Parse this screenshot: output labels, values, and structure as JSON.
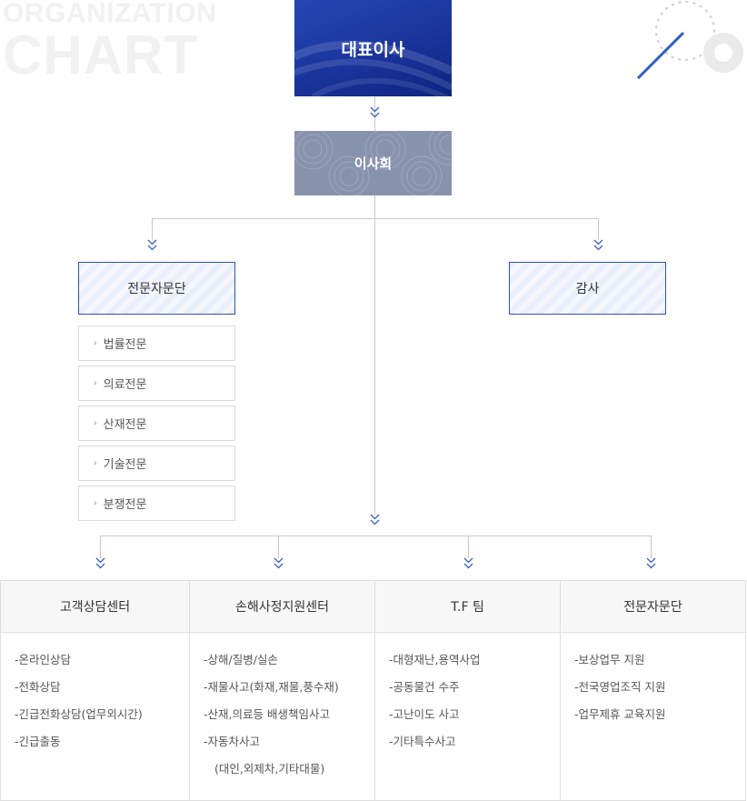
{
  "watermark": {
    "line1": "ORGANIZATION",
    "line2": "CHART"
  },
  "colors": {
    "accent": "#2e53b6",
    "ceo_bg": "#1a349c",
    "board_bg": "#8792ad",
    "arrow": "#3a5fc4",
    "line": "#c8c8c8"
  },
  "decoration_icon": "magnifier-decoration",
  "ceo": {
    "label": "대표이사"
  },
  "board": {
    "label": "이사회"
  },
  "advisory": {
    "label": "전문자문단",
    "bullet": "›",
    "items": [
      "법률전문",
      "의료전문",
      "산재전문",
      "기술전문",
      "분쟁전문"
    ]
  },
  "audit": {
    "label": "감사"
  },
  "departments": [
    {
      "title": "고객상담센터",
      "items": [
        "-온라인상담",
        "-전화상담",
        "-긴급전화상담(업무외시간)",
        "-긴급출동"
      ]
    },
    {
      "title": "손해사정지원센터",
      "items": [
        "-상해/질병/실손",
        "-재물사고(화재,재물,풍수재)",
        "-산재,의료등 배생책임사고",
        "-자동차사고",
        "(대인,외제차,기타대물)"
      ]
    },
    {
      "title": "T.F 팀",
      "items": [
        "-대형재난,용역사업",
        "-공동물건 수주",
        "-고난이도 사고",
        "-기타특수사고"
      ]
    },
    {
      "title": "전문자문단",
      "items": [
        "-보상업무 지원",
        "-전국영업조직 지원",
        "-업무제휴 교육지원"
      ]
    }
  ]
}
